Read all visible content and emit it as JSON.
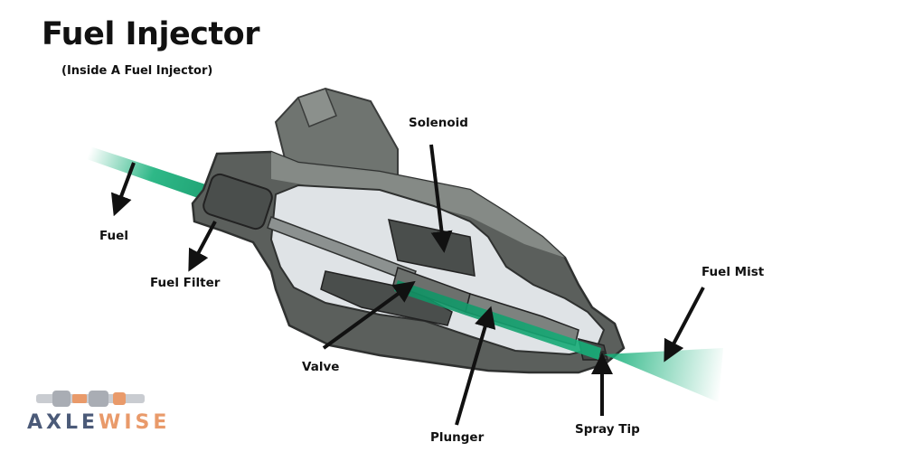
{
  "title": "Fuel Injector",
  "subtitle": "(Inside A Fuel Injector)",
  "labels": {
    "fuel": "Fuel",
    "fuel_filter": "Fuel Filter",
    "solenoid": "Solenoid",
    "valve": "Valve",
    "plunger": "Plunger",
    "spray_tip": "Spray Tip",
    "fuel_mist": "Fuel Mist"
  },
  "logo": {
    "part1": "AXLE",
    "part2": "WISE"
  },
  "colors": {
    "fuel_stream": "#17b07a",
    "body_dark": "#5b5f5c",
    "body_light": "#9aa09c",
    "interior": "#dfe3e6",
    "logo_dark": "#4b5a78",
    "logo_accent": "#e99a6a"
  }
}
